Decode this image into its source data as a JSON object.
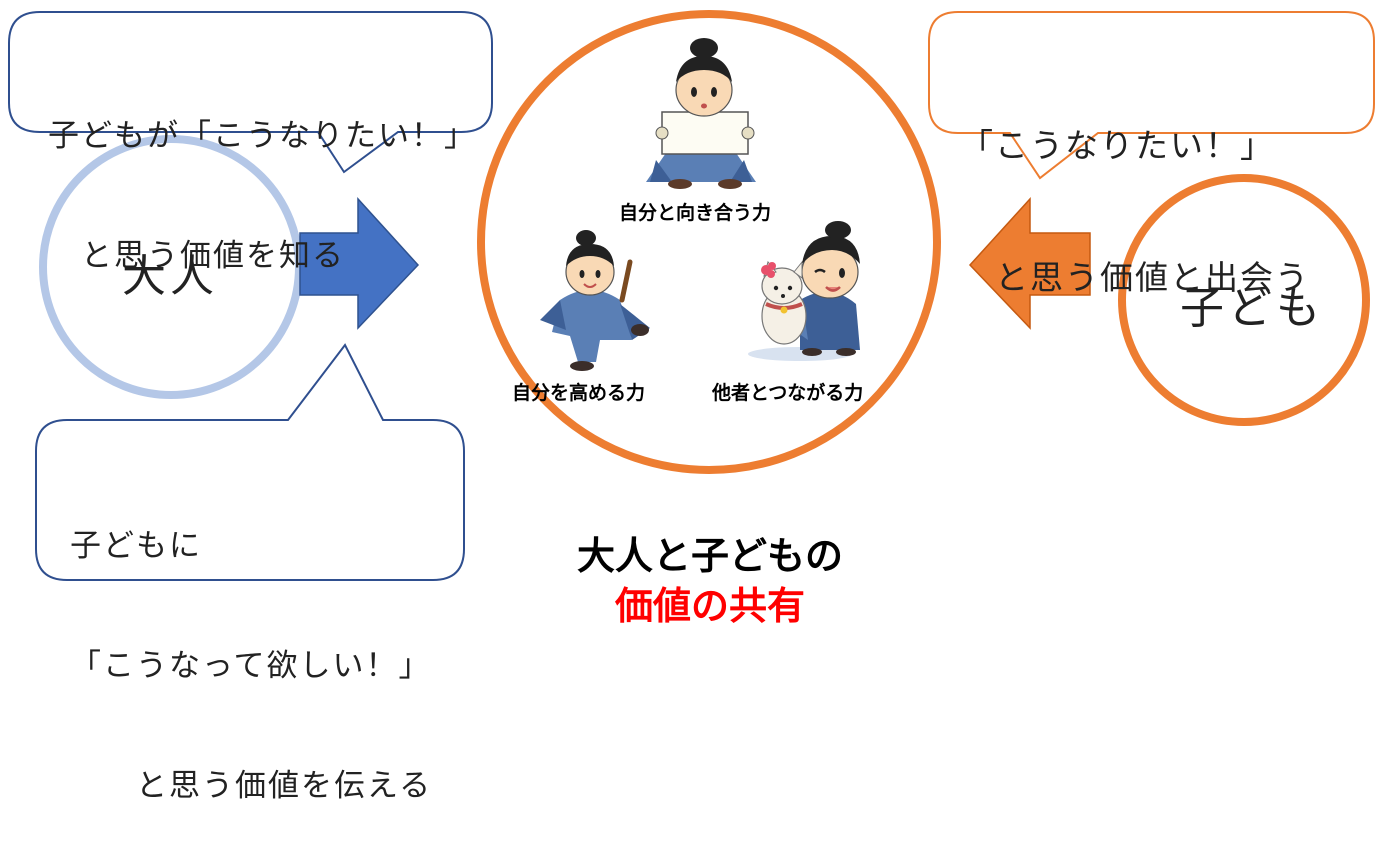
{
  "bubbles": {
    "adult_top": {
      "lines": [
        "子どもが「こうなりたい！」",
        "　と思う価値を知る"
      ]
    },
    "adult_bottom": {
      "lines": [
        "子どもに",
        "「こうなって欲しい！」",
        "　　と思う価値を伝える"
      ]
    },
    "child_top": {
      "lines": [
        "「こうなりたい！」",
        "　と思う価値と出会う"
      ]
    }
  },
  "circles": {
    "adult": {
      "label": "大人"
    },
    "child": {
      "label": "子ども"
    }
  },
  "center": {
    "abilities": {
      "self_facing": "自分と向き合う力",
      "self_improving": "自分を高める力",
      "connecting": "他者とつながる力"
    }
  },
  "caption": {
    "line1": "大人と子どもの",
    "line2": "価値の共有"
  },
  "colors": {
    "adult_circle": "#b4c7e7",
    "adult_arrow": "#4472c4",
    "adult_bubble_border": "#2f4f8f",
    "child_circle": "#ed7d31",
    "child_arrow": "#ed7d31",
    "child_bubble_border": "#ed7d31",
    "center_circle": "#ed7d31",
    "caption_highlight": "#ff0000"
  }
}
